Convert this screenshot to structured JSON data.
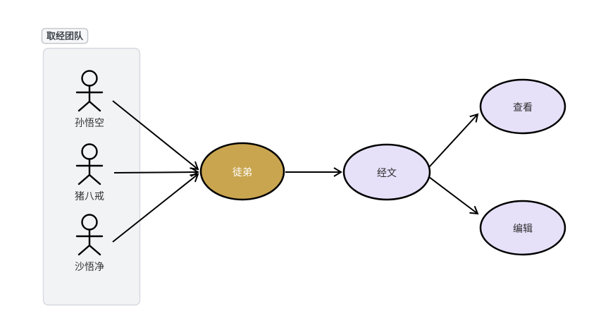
{
  "diagram": {
    "type": "usecase-diagram",
    "group": {
      "label": "取经团队"
    },
    "actors": [
      {
        "name": "孙悟空"
      },
      {
        "name": "猪八戒"
      },
      {
        "name": "沙悟净"
      }
    ],
    "usecases": [
      {
        "label": "徒弟",
        "fill": "#C9A54F",
        "text_color": "#FFFFFF"
      },
      {
        "label": "经文",
        "fill": "#E6E0F8",
        "text_color": "#2E2E2E"
      },
      {
        "label": "查看",
        "fill": "#E6E0F8",
        "text_color": "#2E2E2E"
      },
      {
        "label": "编辑",
        "fill": "#E6E0F8",
        "text_color": "#2E2E2E"
      }
    ],
    "edges": [
      {
        "from": "孙悟空",
        "to": "徒弟"
      },
      {
        "from": "猪八戒",
        "to": "徒弟"
      },
      {
        "from": "沙悟净",
        "to": "徒弟"
      },
      {
        "from": "徒弟",
        "to": "经文"
      },
      {
        "from": "经文",
        "to": "查看"
      },
      {
        "from": "经文",
        "to": "编辑"
      }
    ],
    "colors": {
      "edge": "#000000",
      "node_border": "#000000",
      "group_fill": "#F2F3F5",
      "group_border": "#D5D9DF",
      "badge_fill": "#F7F8F9",
      "badge_border": "#C3C8CE",
      "background": "#FFFFFF"
    }
  }
}
